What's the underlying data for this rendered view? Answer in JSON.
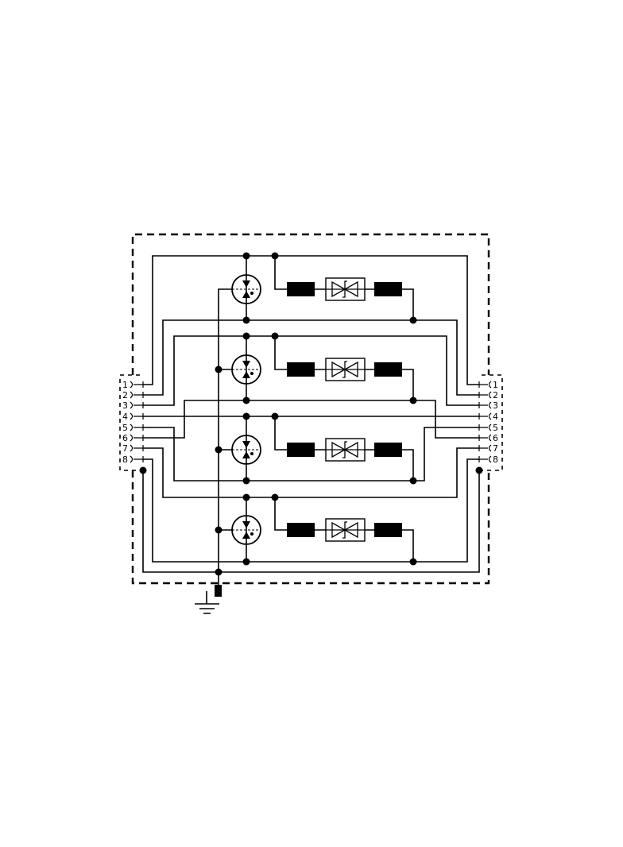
{
  "connectors": {
    "left_pins": [
      "1",
      "2",
      "3",
      "4",
      "5",
      "6",
      "7",
      "8"
    ],
    "right_pins": [
      "1",
      "2",
      "3",
      "4",
      "5",
      "6",
      "7",
      "8"
    ]
  }
}
